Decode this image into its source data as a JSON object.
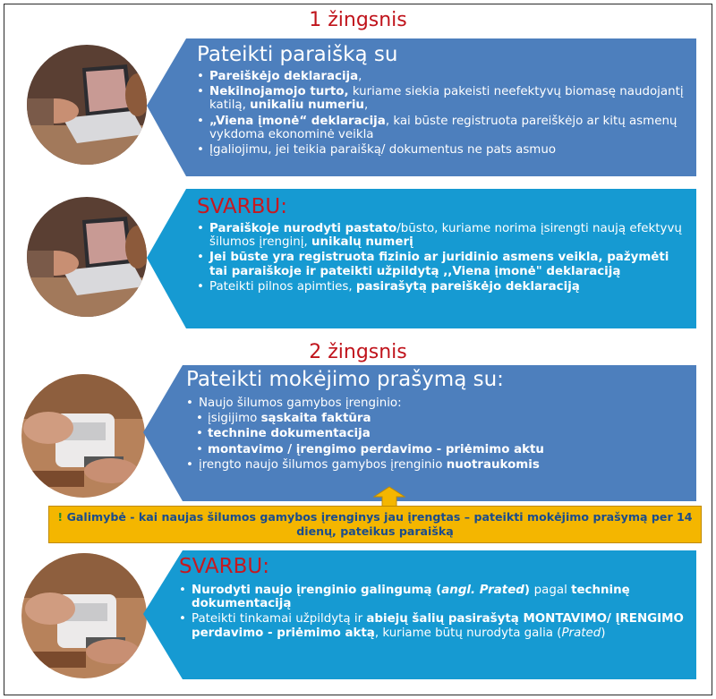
{
  "step1": {
    "title": "1 žingsnis"
  },
  "panel1": {
    "heading": "Pateikti paraišką su",
    "items": [
      {
        "segments": [
          {
            "t": "Pareiškėjo deklaracija",
            "b": true
          },
          {
            "t": ",",
            "b": false
          }
        ]
      },
      {
        "segments": [
          {
            "t": "Nekilnojamojo turto,",
            "b": true
          },
          {
            "t": " kuriame siekia pakeisti neefektyvų biomasę naudojantį katilą, ",
            "b": false
          },
          {
            "t": "unikaliu numeriu",
            "b": true
          },
          {
            "t": ",",
            "b": false
          }
        ]
      },
      {
        "segments": [
          {
            "t": "„Viena įmonė“ deklaracija",
            "b": true
          },
          {
            "t": ", kai būste registruota pareiškėjo ar kitų asmenų vykdoma ekonominė veikla",
            "b": false
          }
        ]
      },
      {
        "segments": [
          {
            "t": "Įgaliojimu, jei teikia paraišką/ dokumentus ne pats asmuo",
            "b": false
          }
        ]
      }
    ]
  },
  "panel2": {
    "heading": "SVARBU:",
    "items": [
      {
        "segments": [
          {
            "t": "Paraiškoje nurodyti pastato",
            "b": true
          },
          {
            "t": "/būsto, kuriame norima įsirengti naują efektyvų šilumos įrenginį, ",
            "b": false
          },
          {
            "t": "unikalų numerį",
            "b": true
          }
        ]
      },
      {
        "segments": [
          {
            "t": "Jei būste yra registruota fizinio ar juridinio asmens veikla, pažymėti tai paraiškoje ir pateikti užpildytą ,,Viena įmonė\" deklaraciją",
            "b": true
          }
        ]
      },
      {
        "segments": [
          {
            "t": "Pateikti pilnos apimties, ",
            "b": false
          },
          {
            "t": "pasirašytą pareiškėjo deklaraciją",
            "b": true
          }
        ]
      }
    ]
  },
  "step2": {
    "title": "2 žingsnis"
  },
  "panel3": {
    "heading": "Pateikti mokėjimo prašymą su:",
    "items": [
      {
        "sub": false,
        "segments": [
          {
            "t": "Naujo šilumos gamybos įrenginio:",
            "b": false
          }
        ]
      },
      {
        "sub": true,
        "segments": [
          {
            "t": "įsigijimo ",
            "b": false
          },
          {
            "t": "sąskaita faktūra",
            "b": true
          }
        ]
      },
      {
        "sub": true,
        "segments": [
          {
            "t": "technine dokumentacija",
            "b": true
          }
        ]
      },
      {
        "sub": true,
        "segments": [
          {
            "t": "montavimo / įrengimo perdavimo - priėmimo aktu",
            "b": true
          }
        ]
      },
      {
        "sub": false,
        "segments": [
          {
            "t": "įrengto naujo šilumos gamybos įrenginio ",
            "b": false
          },
          {
            "t": "nuotraukomis",
            "b": true
          }
        ]
      }
    ]
  },
  "note": {
    "excl": "!",
    "text": "Galimybė - kai naujas šilumos gamybos įrenginys jau įrengtas – pateikti mokėjimo prašymą per 14 dienų, pateikus paraišką"
  },
  "panel4": {
    "heading": "SVARBU:",
    "items": [
      {
        "segments": [
          {
            "t": "Nurodyti naujo įrenginio galingumą (",
            "b": true
          },
          {
            "t": "angl. Prated",
            "b": true,
            "i": true
          },
          {
            "t": ") ",
            "b": true
          },
          {
            "t": "pagal ",
            "b": false
          },
          {
            "t": "techninę dokumentaciją",
            "b": true
          }
        ]
      },
      {
        "segments": [
          {
            "t": "Pateikti tinkamai užpildytą ir ",
            "b": false
          },
          {
            "t": "abiejų šalių pasirašytą MONTAVIMO/ ĮRENGIMO perdavimo - priėmimo aktą",
            "b": true
          },
          {
            "t": ", kuriame būtų nurodyta galia (",
            "b": false
          },
          {
            "t": "Prated",
            "b": false,
            "i": true
          },
          {
            "t": ")",
            "b": false
          }
        ]
      }
    ]
  },
  "colors": {
    "panel_blue": "#4d7fbd",
    "panel_cyan": "#169ad2",
    "step_red": "#c0141c",
    "note_yellow": "#f4b600",
    "note_text": "#1a4c8c"
  },
  "photos": [
    "laptop-photo",
    "laptop-photo",
    "card-terminal-photo",
    "card-terminal-photo"
  ]
}
